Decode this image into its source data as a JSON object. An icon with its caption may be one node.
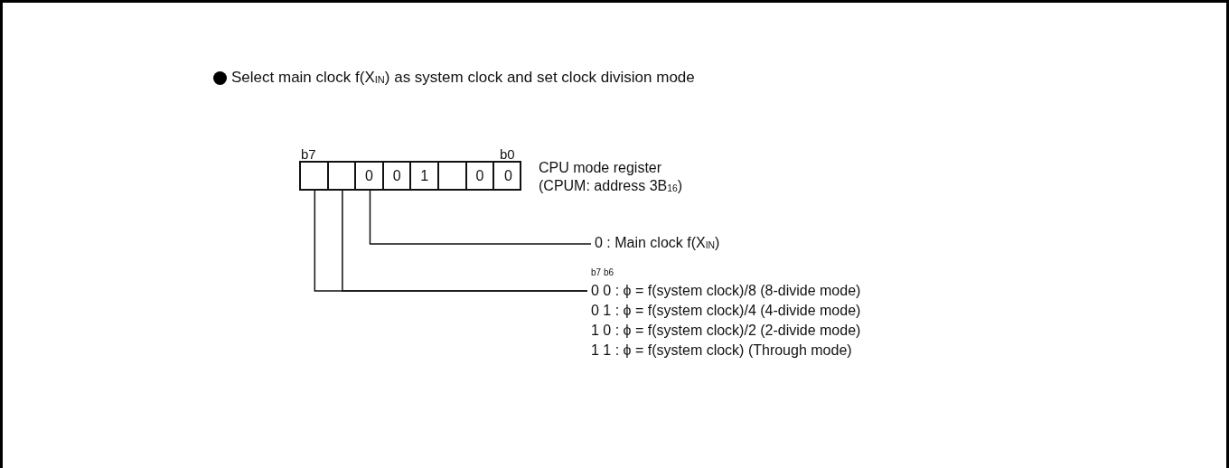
{
  "diagram": {
    "title": "Select main clock f(X$_{IN}$) as system clock and set clock division mode",
    "nodes": [
      {
        "text": [],
        "shape": "box",
        "beside": [
          "b7",
          "b0",
          "CPU mode register (CPUM: address 3B$_{16}$)"
        ]
      },
      {
        "text": [],
        "shape": "box",
        "in": 0
      },
      {
        "text": [],
        "shape": "box",
        "in": 0
      },
      {
        "text": [
          "0"
        ],
        "in": 0
      },
      {
        "text": [
          "0"
        ],
        "in": 0
      },
      {
        "text": [
          "1"
        ],
        "in": 0
      },
      {
        "text": [],
        "shape": "box",
        "in": 0
      },
      {
        "text": [
          "0"
        ],
        "in": 0
      },
      {
        "text": [
          "0"
        ],
        "in": 0
      },
      {
        "text": [
          "0 : Main clock f(X$_{IN}$)"
        ]
      },
      {
        "text": [
          "b7 b6",
          "0 0 : ϕ = f(system clock)/8 (8-divide mode)",
          "0 1 : ϕ = f(system clock)/4 (4-divide mode)",
          "1 0 : ϕ = f(system clock)/2 (2-divide mode)",
          "1 1 : ϕ = f(system clock) (Through mode)"
        ]
      }
    ],
    "edges": [
      {
        "from": 3,
        "to": 9,
        "arrow": "none"
      },
      {
        "from": 1,
        "to": 10,
        "arrow": "none"
      },
      {
        "from": 2,
        "to": 10,
        "arrow": "none"
      }
    ]
  }
}
